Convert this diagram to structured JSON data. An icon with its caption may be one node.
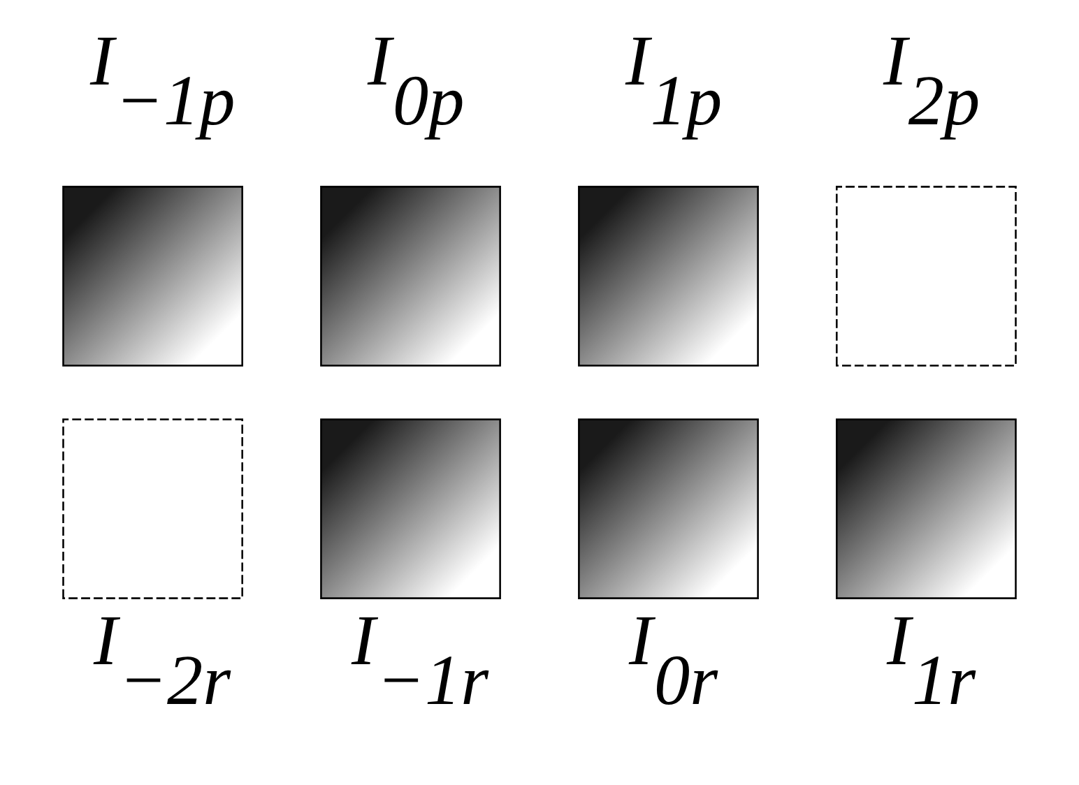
{
  "diagram": {
    "nodes": [
      {
        "text": [
          "I$_{−1p}$"
        ]
      },
      {
        "text": [
          "I$_{0p}$"
        ]
      },
      {
        "text": [
          "I$_{1p}$"
        ]
      },
      {
        "text": [
          "I$_{2p}$"
        ]
      },
      {
        "text": [
          "I$_{−2r}$"
        ]
      },
      {
        "text": [
          "I$_{−1r}$"
        ]
      },
      {
        "text": [
          "I$_{0r}$"
        ]
      },
      {
        "text": [
          "I$_{1r}$"
        ]
      }
    ]
  }
}
